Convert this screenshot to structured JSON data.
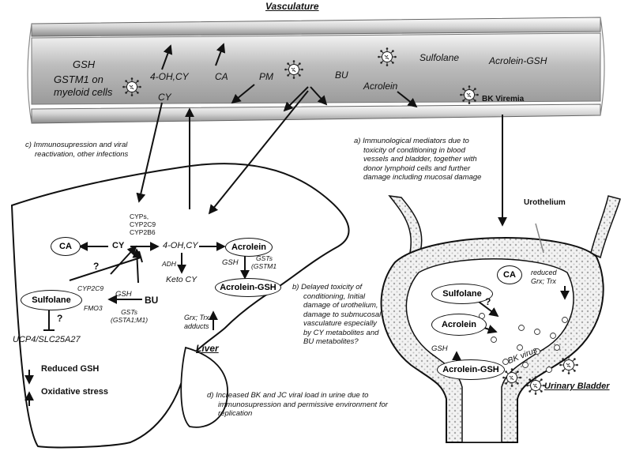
{
  "titles": {
    "vasculature": "Vasculature",
    "liver": "Liver",
    "bladder": "Urinary Bladder"
  },
  "vessel": {
    "gsh": "GSH",
    "gstm1": "GSTM1 on",
    "gstm1_b": "myeloid cells",
    "oh_cy": "4-OH,CY",
    "ca": "CA",
    "pm": "PM",
    "bu": "BU",
    "cy": "CY",
    "sulfolane": "Sulfolane",
    "acrolein_gsh": "Acrolein-GSH",
    "acrolein": "Acrolein",
    "bk_viremia": "BK Viremia"
  },
  "notes": {
    "a": [
      "a)  Immunological mediators due to",
      "toxicity of conditioning in blood",
      "vessels and bladder, together with",
      "donor lymphoid cells and further",
      "damage including mucosal damage"
    ],
    "b": [
      "b)  Delayed toxicity of",
      "conditioning, Initial",
      "damage of urothelium,",
      "damage to submucosal",
      "vasculature especially",
      "by CY metabolites and",
      "BU metabolites?"
    ],
    "c": [
      "c) Immunosupression and viral",
      "reactivation, other infections"
    ],
    "d": [
      "d)    Increased BK   and JC viral load in urine due to",
      "immunosupression and permissive environment for",
      "replication"
    ]
  },
  "liver": {
    "ca": "CA",
    "cy": "CY",
    "enzymes": [
      "CYPs,",
      "CYP2C9",
      "CYP2B6"
    ],
    "oh_cy": "4-OH,CY",
    "acrolein": "Acrolein",
    "gsh_a": "GSH",
    "gsts_a": [
      "GSTs",
      "(GSTM1"
    ],
    "acrolein_gsh": "Acrolein-GSH",
    "adh": "ADH",
    "keto_cy": "Keto CY",
    "question1": "?",
    "cyp2c9": "CYP2C9",
    "fmo3": "FMO3",
    "sulfolane": "Sulfolane",
    "gsh_b": "GSH",
    "bu": "BU",
    "gsts_b": [
      "GSTs",
      "(GSTA1;M1)"
    ],
    "question2": "?",
    "ucp": "UCP4/SLC25A27",
    "grx": [
      "Grx; Trx",
      "adducts"
    ],
    "reduced_gsh": "Reduced GSH",
    "oxidative_stress": "Oxidative stress"
  },
  "bladder": {
    "urothelium": "Urothelium",
    "ca": "CA",
    "reduced_grx": [
      "reduced",
      "Grx; Trx"
    ],
    "sulfolane": "Sulfolane",
    "question": "?",
    "acrolein": "Acrolein",
    "gsh": "GSH",
    "acrolein_gsh": "Acrolein-GSH",
    "bk_virus": "BK virus"
  }
}
